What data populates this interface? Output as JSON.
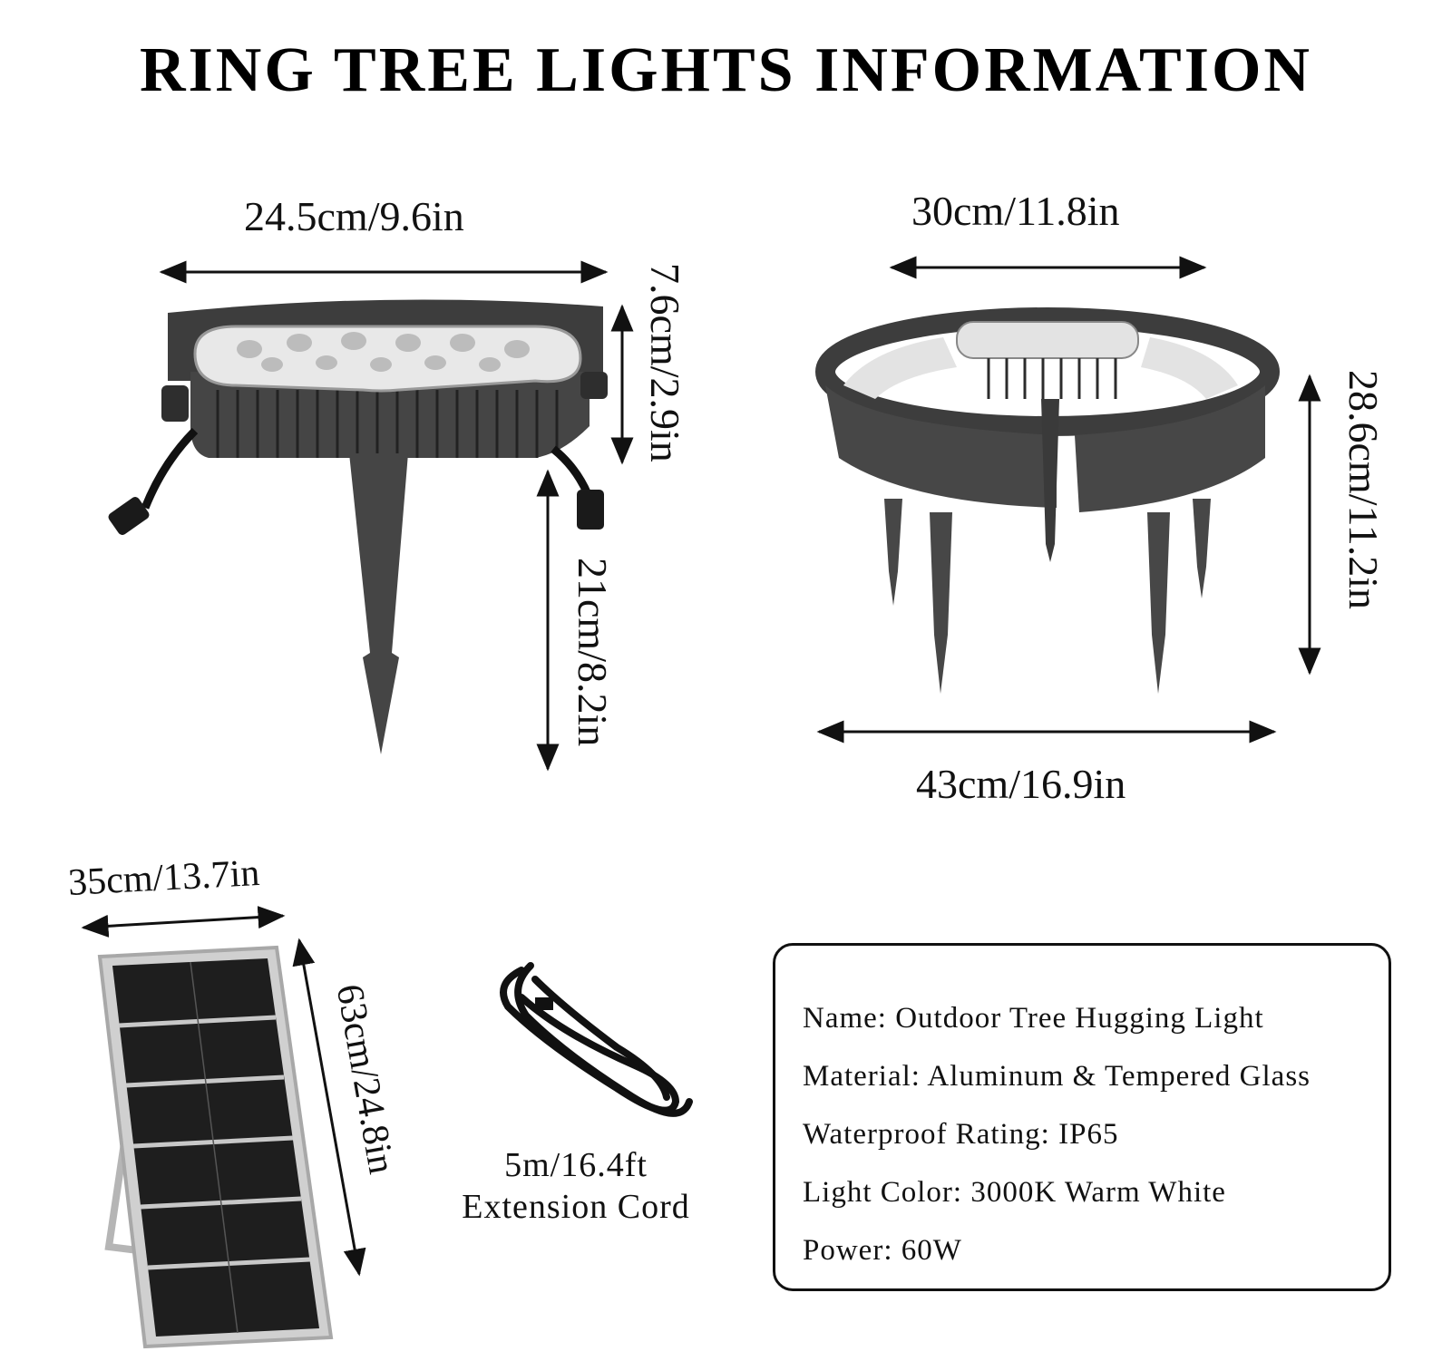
{
  "title": "RING TREE LIGHTS INFORMATION",
  "single_light": {
    "width_label": "24.5cm/9.6in",
    "height_label": "7.6cm/2.9in",
    "stake_label": "21cm/8.2in"
  },
  "ring_light": {
    "inner_label": "30cm/11.8in",
    "height_label": "28.6cm/11.2in",
    "outer_label": "43cm/16.9in"
  },
  "solar_panel": {
    "width_label": "35cm/13.7in",
    "height_label": "63cm/24.8in"
  },
  "cord": {
    "length_label": "5m/16.4ft",
    "name_label": "Extension Cord"
  },
  "specs": [
    {
      "label": "Name:",
      "value": "Outdoor Tree Hugging Light"
    },
    {
      "label": "Material:",
      "value": "Aluminum & Tempered Glass"
    },
    {
      "label": "Waterproof Rating:",
      "value": "IP65"
    },
    {
      "label": "Light Color:",
      "value": "3000K Warm White"
    },
    {
      "label": "Power:",
      "value": "60W"
    }
  ],
  "colors": {
    "housing": "#3f3f3f",
    "lens": "#e6e6e6",
    "panel_cell": "#1c1c1c",
    "panel_frame": "#c8c8c8",
    "text": "#111111"
  }
}
